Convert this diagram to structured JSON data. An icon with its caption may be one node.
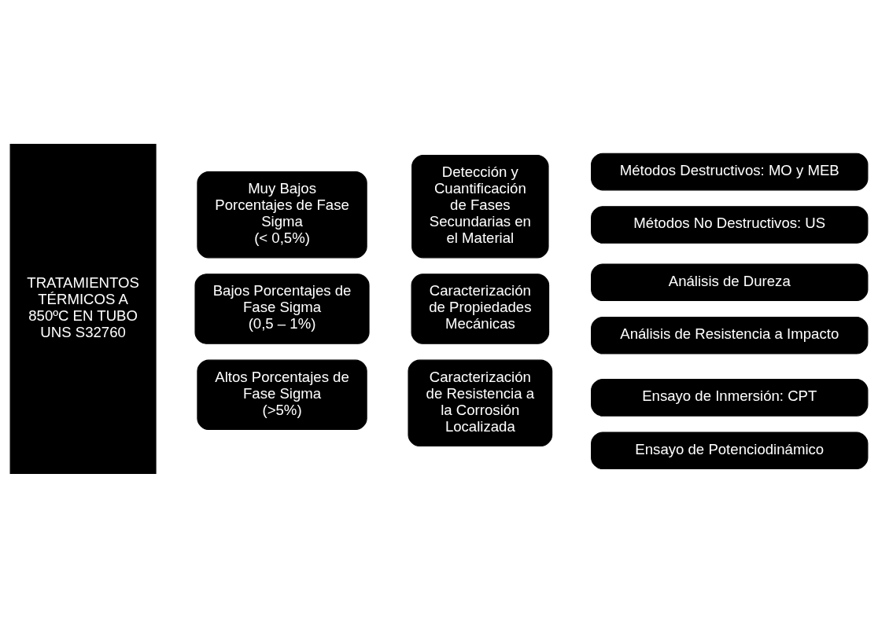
{
  "diagram": {
    "nodes": [
      {
        "text": [
          "TRATAMIENTOS TÉRMICOS A 850ºC EN TUBO UNS S32760"
        ]
      },
      {
        "text": [
          "Muy Bajos Porcentajes de Fase Sigma",
          "(< 0,5%)"
        ]
      },
      {
        "text": [
          "Bajos Porcentajes de Fase Sigma",
          "(0,5 – 1%)"
        ]
      },
      {
        "text": [
          "Altos Porcentajes de Fase Sigma",
          "(>5%)"
        ]
      },
      {
        "text": [
          "Detección y Cuantificación de Fases Secundarias en el Material"
        ]
      },
      {
        "text": [
          "Caracterización de Propiedades Mecánicas"
        ]
      },
      {
        "text": [
          "Caracterización de Resistencia a la Corrosión Localizada"
        ]
      },
      {
        "text": [
          "Métodos Destructivos: MO y MEB"
        ]
      },
      {
        "text": [
          "Métodos No Destructivos: US"
        ]
      },
      {
        "text": [
          "Análisis de Dureza"
        ]
      },
      {
        "text": [
          "Análisis de Resistencia a Impacto"
        ]
      },
      {
        "text": [
          "Ensayo de Inmersión: CPT"
        ]
      },
      {
        "text": [
          "Ensayo de Potenciodinámico"
        ]
      }
    ]
  }
}
